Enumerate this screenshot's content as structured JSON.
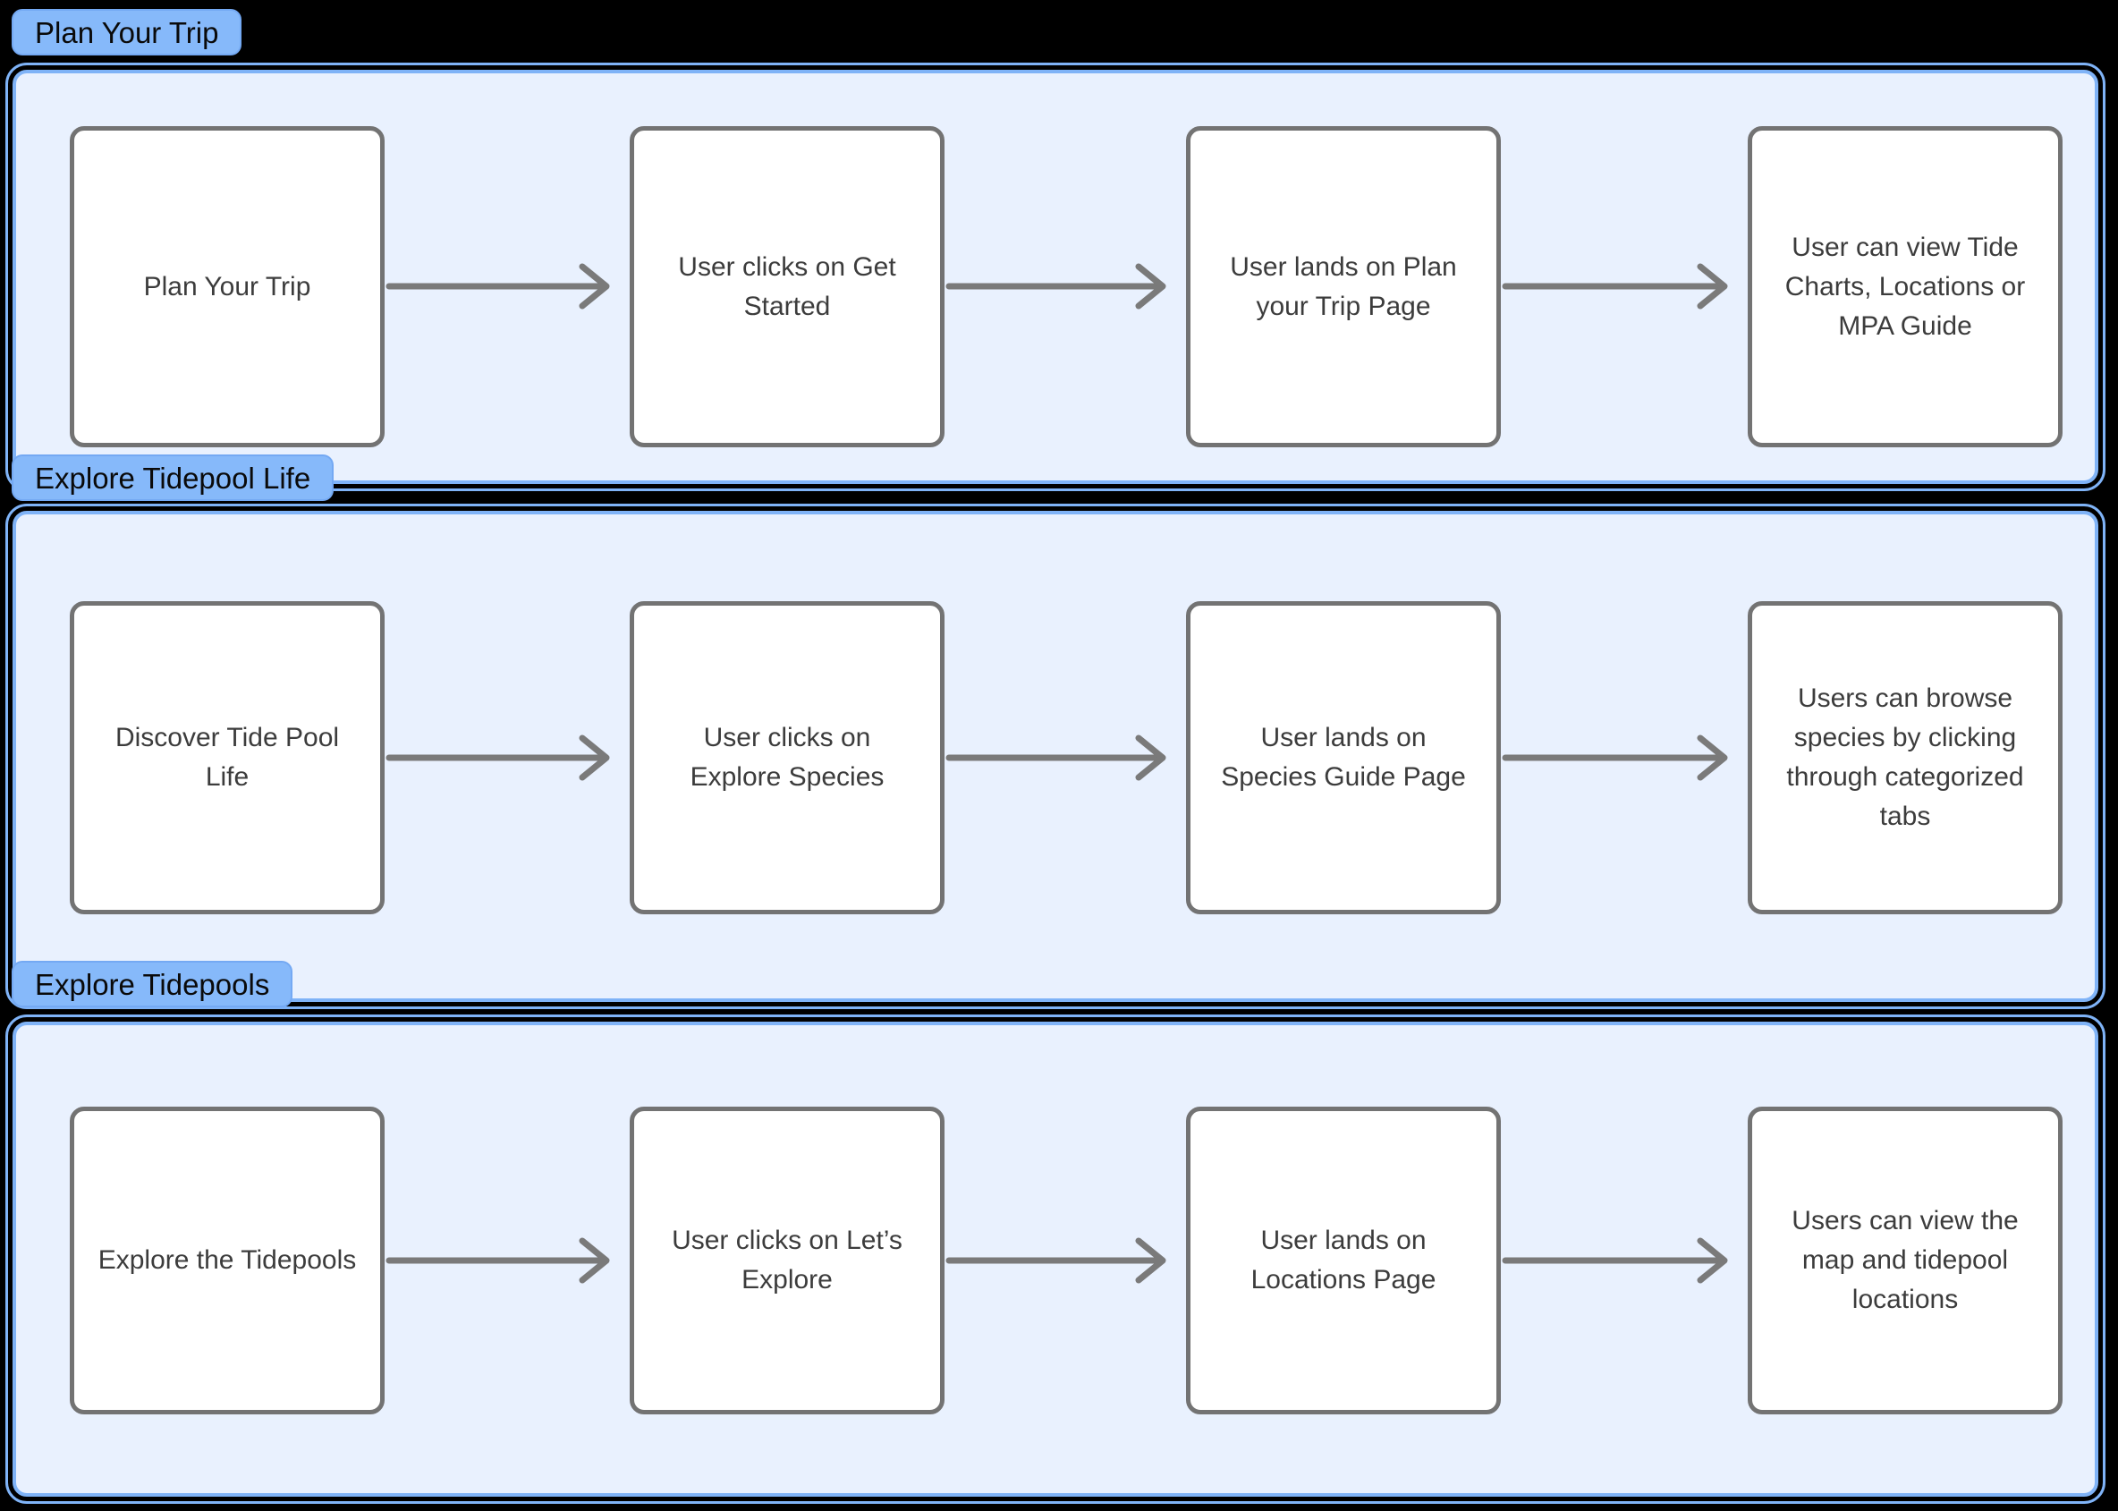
{
  "colors": {
    "background": "#000000",
    "section_fill": "#E9F1FE",
    "section_border": "#7FB3F7",
    "label_pill_fill": "#86B9FA",
    "box_fill": "#FFFFFF",
    "box_border": "#737373",
    "box_text": "#3C3C3C",
    "arrow": "#7A7A7A"
  },
  "sections": [
    {
      "label": "Plan Your Trip",
      "boxes": [
        "Plan Your Trip",
        "User clicks on Get Started",
        "User lands on Plan your Trip Page",
        "User can view Tide Charts, Locations or MPA Guide"
      ]
    },
    {
      "label": "Explore Tidepool Life",
      "boxes": [
        "Discover Tide Pool Life",
        "User clicks on Explore Species",
        "User lands on Species Guide Page",
        "Users can browse species by clicking through categorized tabs"
      ]
    },
    {
      "label": "Explore Tidepools",
      "boxes": [
        "Explore the Tidepools",
        "User clicks on Let’s Explore",
        "User lands on Locations Page",
        "Users can view the map and tidepool locations"
      ]
    }
  ]
}
